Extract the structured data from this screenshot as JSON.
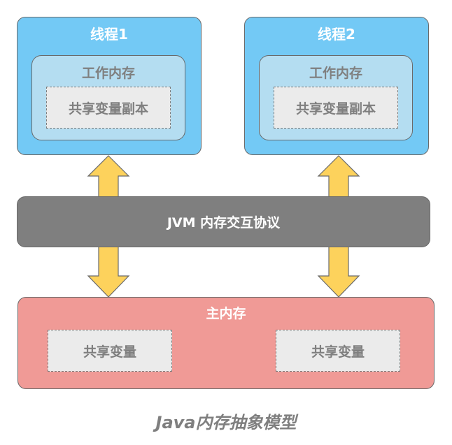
{
  "threads": [
    {
      "title": "线程1",
      "work_memory": "工作内存",
      "var_copy": "共享变量副本"
    },
    {
      "title": "线程2",
      "work_memory": "工作内存",
      "var_copy": "共享变量副本"
    }
  ],
  "jvm_protocol": "JVM 内存交互协议",
  "main_memory": {
    "title": "主内存",
    "vars": [
      "共享变量",
      "共享变量"
    ]
  },
  "caption": "Java内存抽象模型",
  "colors": {
    "thread_bg": "#73c9f5",
    "work_memory_bg": "#b4ddf1",
    "var_box_bg": "#ebebeb",
    "jvm_bar_bg": "#7f7f7f",
    "main_memory_bg": "#f09a96",
    "arrow_fill": "#fdd25c",
    "text_gray": "#7f7f7f"
  }
}
